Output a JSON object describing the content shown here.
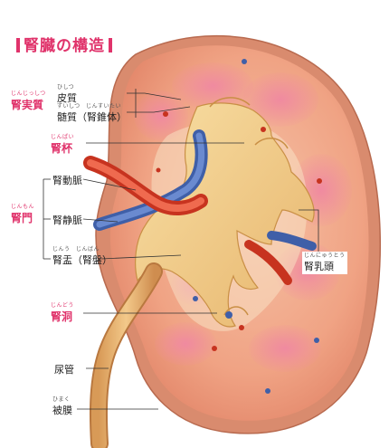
{
  "title": "腎臓の構造",
  "labels": {
    "renal_parenchyma": {
      "text": "腎実質",
      "ruby": "じんじっしつ"
    },
    "cortex": {
      "text": "皮質",
      "ruby": "ひしつ"
    },
    "medulla": {
      "text": "髄質（腎錐体）",
      "ruby": "ずいしつ　じんすいたい"
    },
    "calyx": {
      "text": "腎杯",
      "ruby": "じんぱい"
    },
    "renal_hilum": {
      "text": "腎門",
      "ruby": "じんもん"
    },
    "renal_artery": {
      "text": "腎動脈",
      "ruby": ""
    },
    "renal_vein": {
      "text": "腎静脈",
      "ruby": ""
    },
    "renal_pelvis": {
      "text": "腎盂（腎盤）",
      "ruby": "じんう　じんばん"
    },
    "renal_papilla": {
      "text": "腎乳頭",
      "ruby": "じんにゅうとう"
    },
    "renal_sinus": {
      "text": "腎洞",
      "ruby": "じんどう"
    },
    "ureter": {
      "text": "尿管",
      "ruby": ""
    },
    "capsule": {
      "text": "被膜",
      "ruby": "ひまく"
    }
  },
  "colors": {
    "accent": "#e0336b",
    "cortex": "#f2a98c",
    "medulla_pink": "#ec6f86",
    "capsule": "#d98b6e",
    "pelvis": "#f3d189",
    "artery": "#e0452f",
    "vein": "#4f6fb5"
  }
}
